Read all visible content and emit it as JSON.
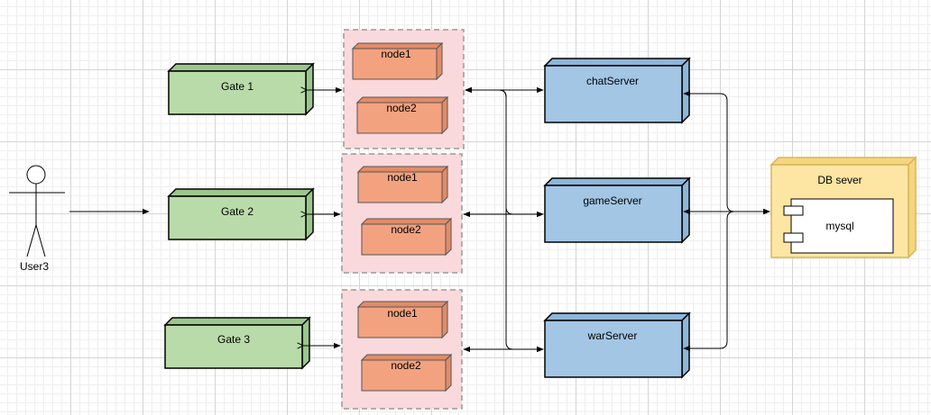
{
  "actor": {
    "label": "User3"
  },
  "gates": [
    {
      "label": "Gate 1"
    },
    {
      "label": "Gate 2"
    },
    {
      "label": "Gate 3"
    }
  ],
  "node_groups": [
    {
      "nodes": [
        "node1",
        "node2"
      ]
    },
    {
      "nodes": [
        "node1",
        "node2"
      ]
    },
    {
      "nodes": [
        "node1",
        "node2"
      ]
    }
  ],
  "servers": [
    {
      "label": "chatServer"
    },
    {
      "label": "gameServer"
    },
    {
      "label": "warServer"
    }
  ],
  "db": {
    "label": "DB sever",
    "component": "mysql"
  },
  "colors": {
    "gate_fill": "#b9dba9",
    "node_fill": "#f2a27f",
    "group_fill": "#f9d9dc",
    "group_border": "#999999",
    "server_fill": "#a3c6e5",
    "db_fill": "#fde6a3",
    "db_border": "#d6b656"
  }
}
